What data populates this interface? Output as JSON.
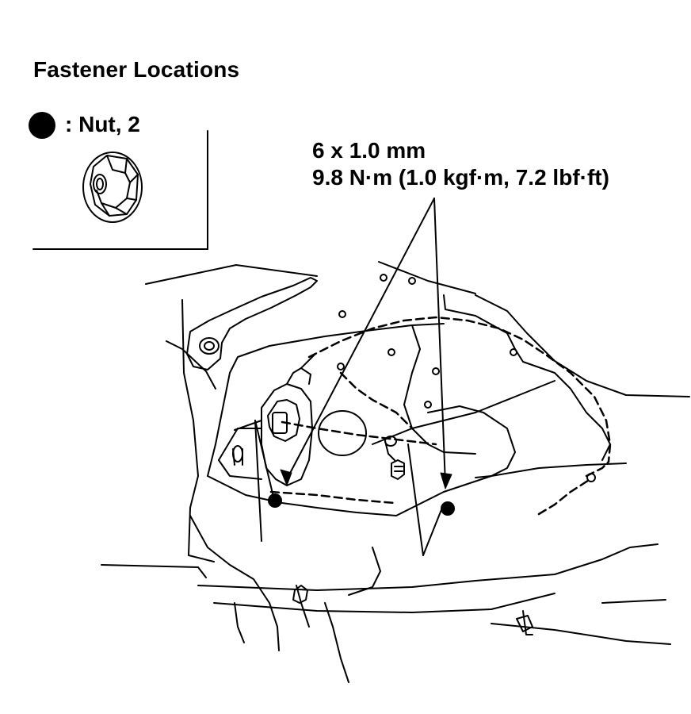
{
  "heading": "Fastener Locations",
  "legend": {
    "symbol": "filled-circle-icon",
    "label": ": Nut, 2"
  },
  "spec": {
    "size": "6 x 1.0 mm",
    "torque": "9.8 N·m (1.0 kgf·m, 7.2 lbf·ft)"
  },
  "colors": {
    "ink": "#000000",
    "paper": "#ffffff"
  }
}
